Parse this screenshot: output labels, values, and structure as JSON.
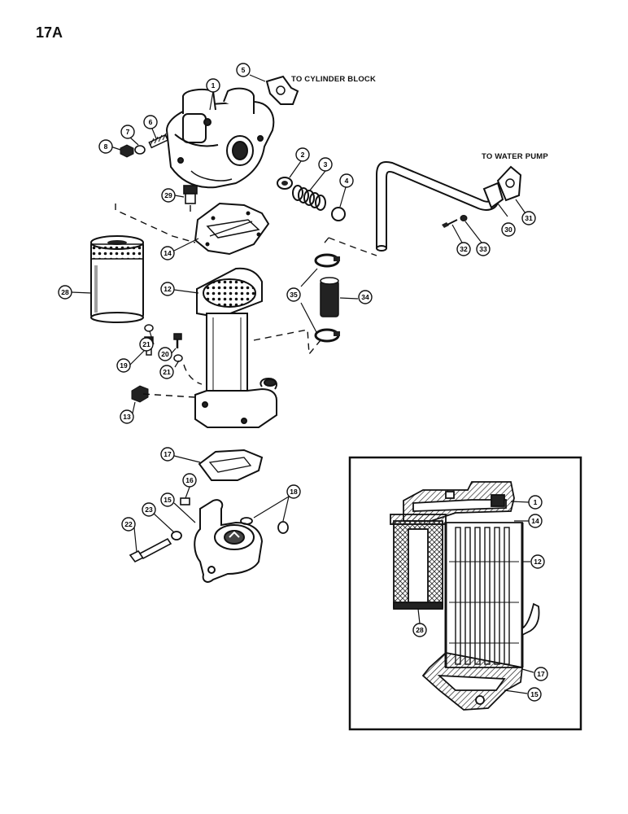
{
  "page": {
    "number": "17A"
  },
  "notes": {
    "to_cylinder_block": "TO CYLINDER BLOCK",
    "to_water_pump": "TO WATER PUMP"
  },
  "callouts": {
    "c1": "1",
    "c2": "2",
    "c3": "3",
    "c4": "4",
    "c5": "5",
    "c6": "6",
    "c7": "7",
    "c8": "8",
    "c12": "12",
    "c13": "13",
    "c14": "14",
    "c15": "15",
    "c16": "16",
    "c17": "17",
    "c18": "18",
    "c19": "19",
    "c20": "20",
    "c21a": "21",
    "c21b": "21",
    "c22": "22",
    "c23": "23",
    "c28": "28",
    "c29": "29",
    "c30": "30",
    "c31": "31",
    "c32": "32",
    "c33": "33",
    "c34": "34",
    "c35": "35"
  },
  "inset_callouts": {
    "i1": "1",
    "i14": "14",
    "i12": "12",
    "i28": "28",
    "i17": "17",
    "i15": "15"
  }
}
